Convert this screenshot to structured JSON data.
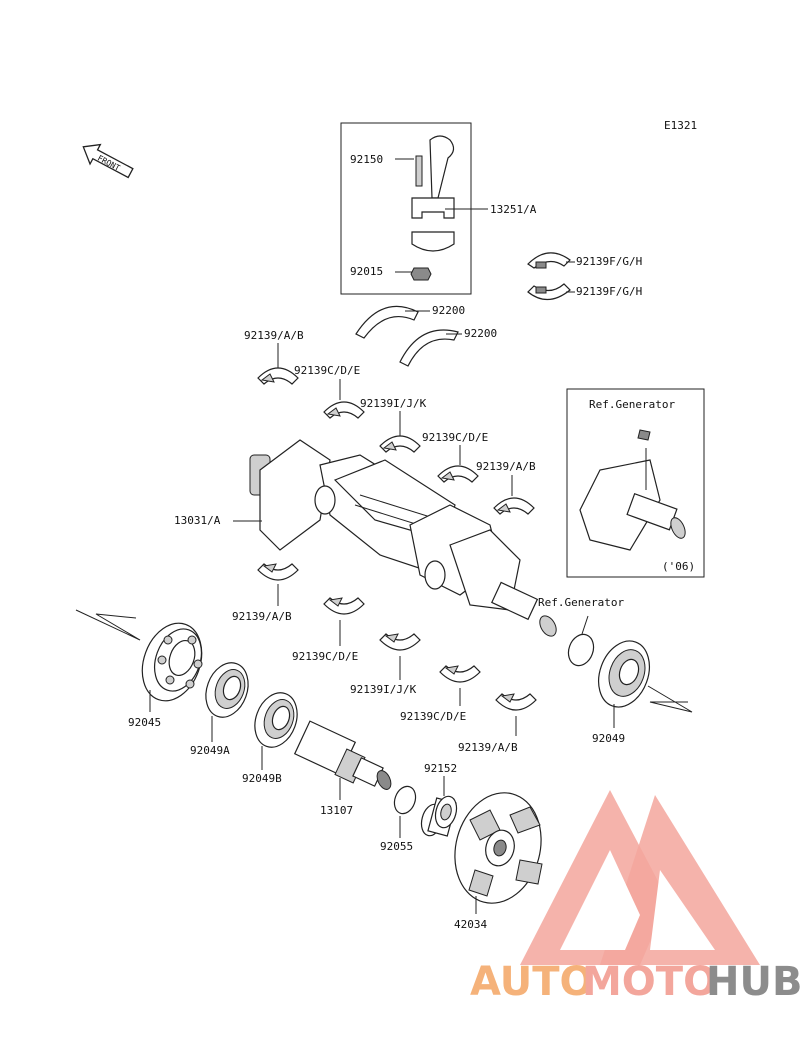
{
  "diagram_id": "E1321",
  "front_marker": "FRONT",
  "ref_box_label": "Ref.Generator",
  "ref_box_year": "('06)",
  "ref_generator_label": "Ref.Generator",
  "parts": {
    "p92150": "92150",
    "p13251": "13251/A",
    "p92015": "92015",
    "p92139fgh_1": "92139F/G/H",
    "p92139fgh_2": "92139F/G/H",
    "p92200_1": "92200",
    "p92200_2": "92200",
    "p92139ab_1": "92139/A/B",
    "p92139cde_1": "92139C/D/E",
    "p92139ijk_1": "92139I/J/K",
    "p92139cde_2": "92139C/D/E",
    "p92139ab_2": "92139/A/B",
    "p13031": "13031/A",
    "p92139ab_3": "92139/A/B",
    "p92139cde_3": "92139C/D/E",
    "p92139ijk_2": "92139I/J/K",
    "p92139cde_4": "92139C/D/E",
    "p92139ab_4": "92139/A/B",
    "p92045": "92045",
    "p92049a": "92049A",
    "p92049b": "92049B",
    "p13107": "13107",
    "p92152": "92152",
    "p92055": "92055",
    "p42034": "42034",
    "p92049": "92049"
  },
  "watermark": {
    "auto": "AUTO",
    "moto": "MOTO",
    "hub": "HUB",
    "color_salmon": "#f3a69c",
    "color_orange": "#f5b27a",
    "color_gray": "#8c8c8c"
  }
}
